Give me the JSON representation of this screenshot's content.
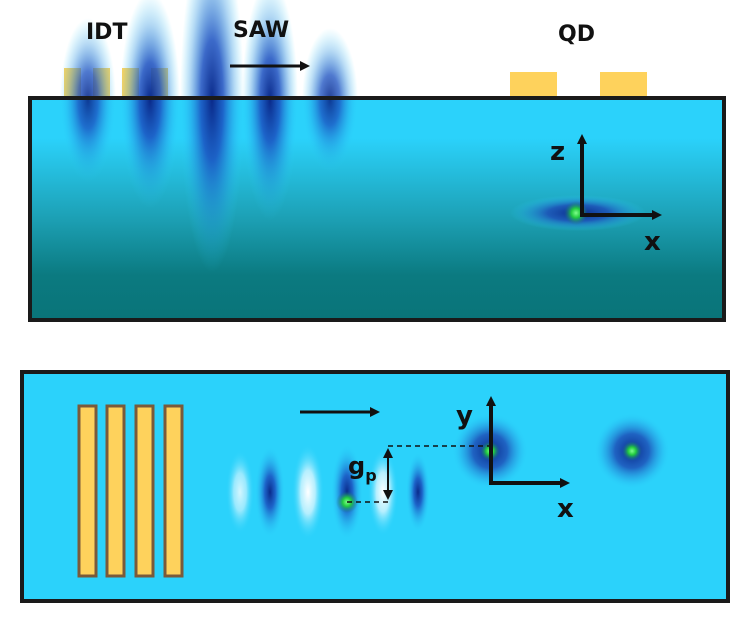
{
  "top_panel": {
    "labels": {
      "idt": "IDT",
      "saw": "SAW",
      "qd": "QD"
    },
    "axes": {
      "vertical": "z",
      "horizontal": "x"
    }
  },
  "bottom_panel": {
    "axes": {
      "vertical": "y",
      "horizontal": "x"
    },
    "gap_label": {
      "main": "g",
      "sub": "p"
    }
  },
  "colors": {
    "substrate": "#2bd2fb",
    "substrate_deep": "#0b7a80",
    "electrode": "#fed25c",
    "electrode_border": "#7a5a3a",
    "wave_dark": "#0a2a8a",
    "wave_light": "#e9fbff",
    "dot_green": "#22d13a",
    "frame": "#1a1a1a"
  }
}
